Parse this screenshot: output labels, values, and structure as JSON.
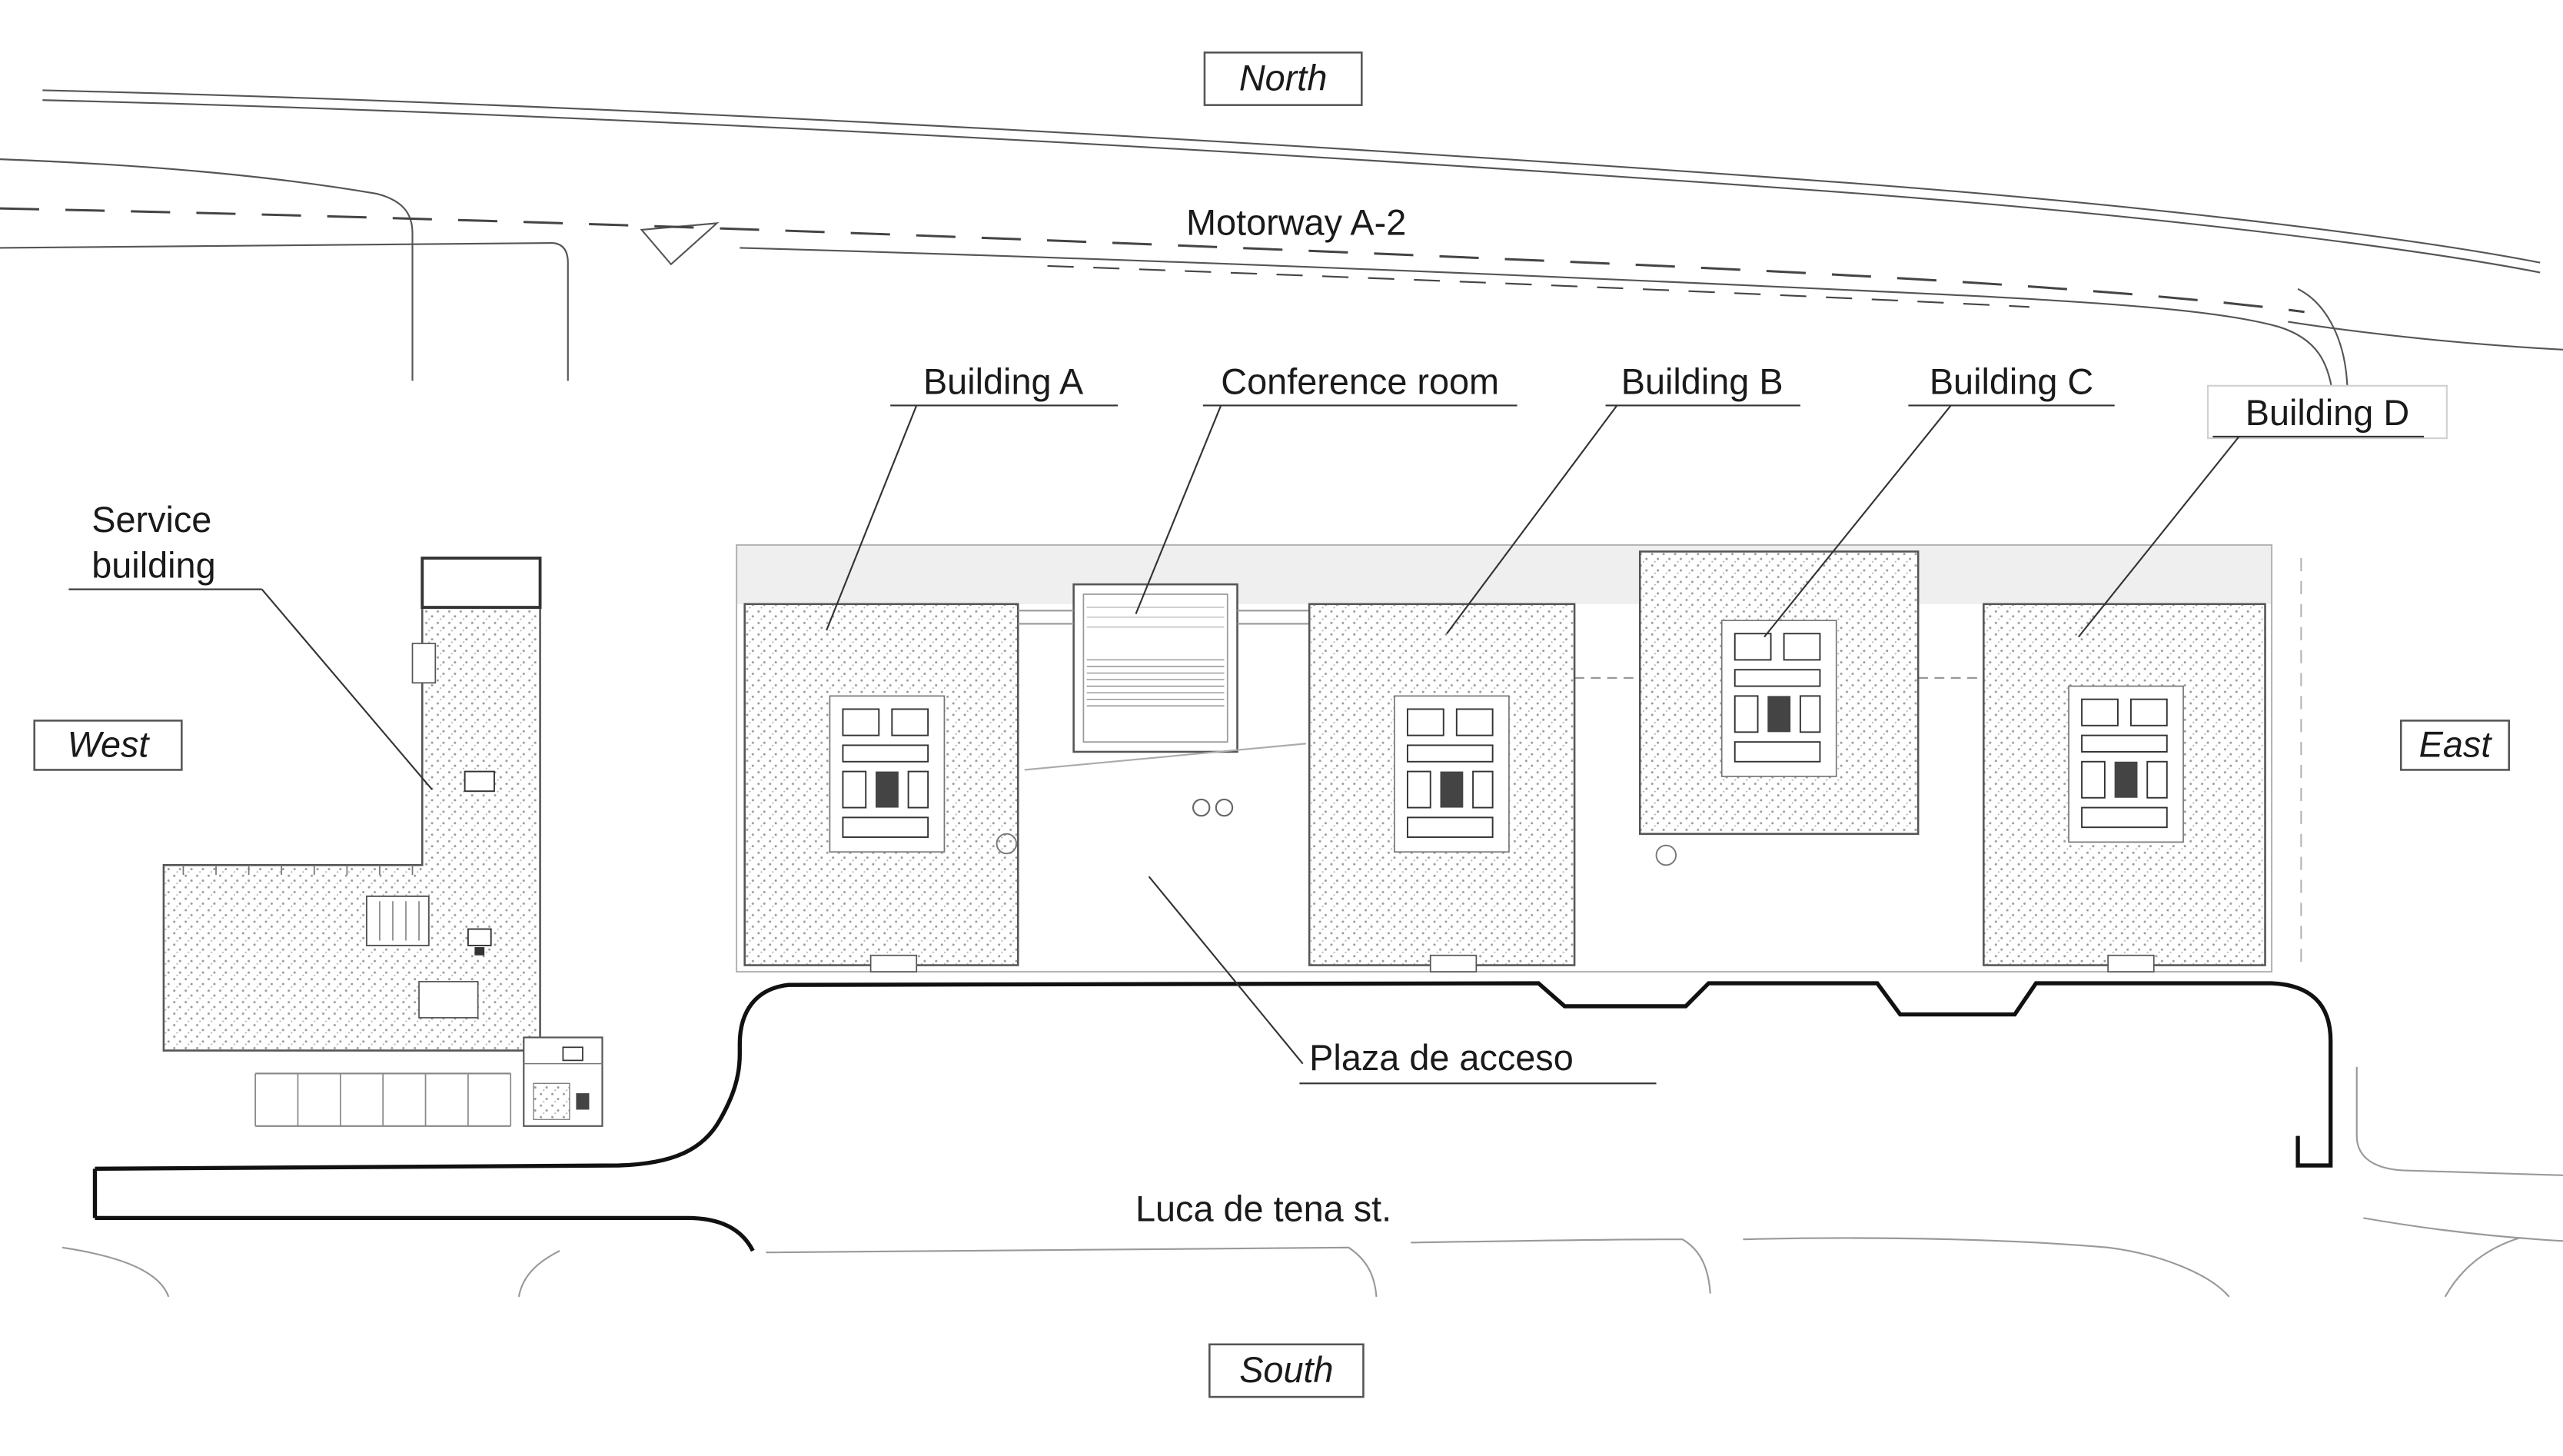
{
  "compass": {
    "north": "North",
    "south": "South",
    "east": "East",
    "west": "West"
  },
  "roads": {
    "motorway": "Motorway A-2",
    "street": "Luca de tena st."
  },
  "buildings": {
    "building_a": "Building A",
    "conference_room": "Conference room",
    "building_b": "Building B",
    "building_c": "Building C",
    "building_d": "Building D",
    "service_line1": "Service",
    "service_line2": "building"
  },
  "areas": {
    "plaza": "Plaza de acceso"
  },
  "colors": {
    "ink": "#1a1a1a",
    "heavy_line": "#111111",
    "light_line": "#999999",
    "stipple": "#9a9a9a",
    "background": "#ffffff"
  }
}
